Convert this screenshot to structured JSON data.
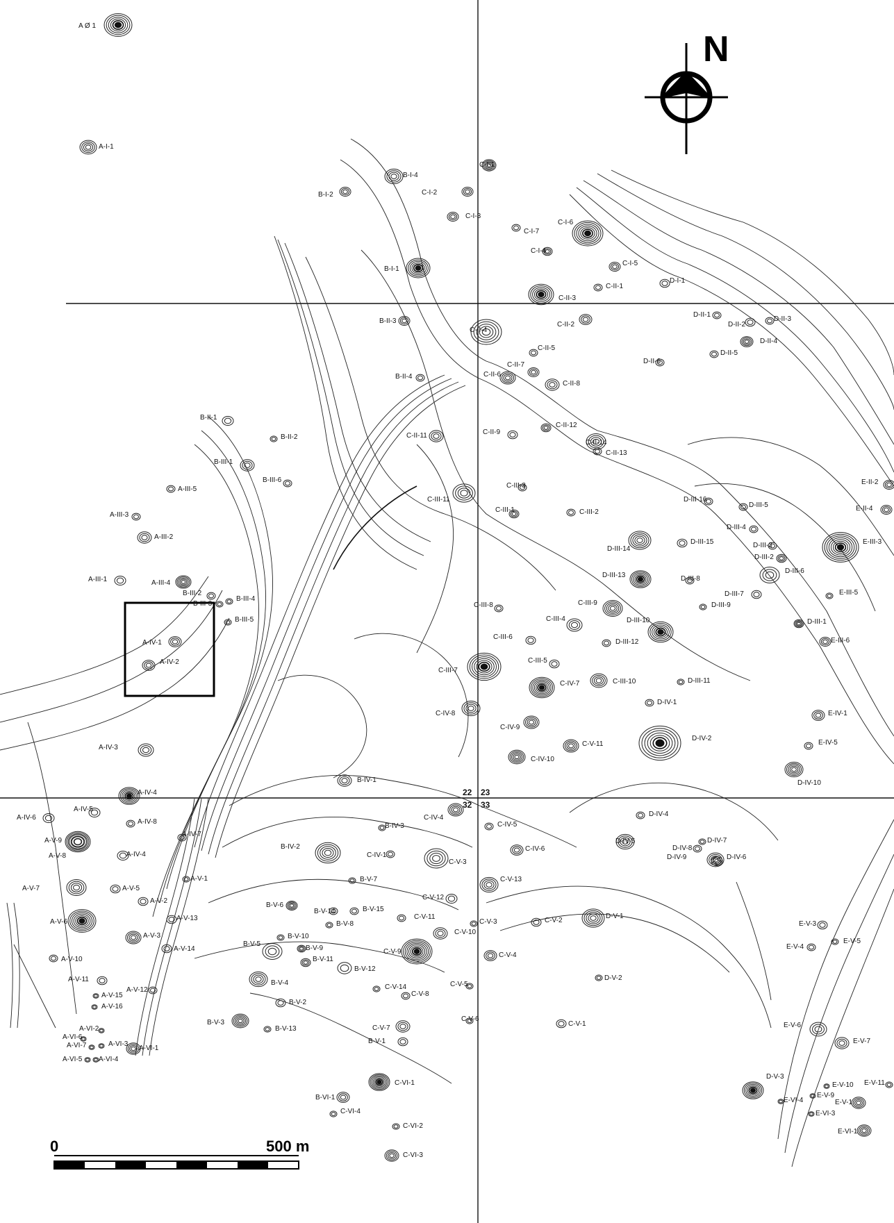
{
  "north_label": "N",
  "scale": {
    "start_label": "0",
    "end_label": "500 m"
  },
  "grid_labels": [
    "22",
    "23",
    "32",
    "33"
  ],
  "sites": [
    {
      "id": "A-Ø-1",
      "label": "A Ø 1"
    },
    {
      "id": "A-I-1",
      "label": "A-I-1"
    },
    {
      "id": "B-I-2",
      "label": "B-I-2"
    },
    {
      "id": "B-I-4",
      "label": "B-I-4"
    },
    {
      "id": "B-I-1",
      "label": "B-I-1"
    },
    {
      "id": "C-I-1",
      "label": "C-I-1"
    },
    {
      "id": "C-I-2",
      "label": "C-I-2"
    },
    {
      "id": "C-I-3",
      "label": "C-I-3"
    },
    {
      "id": "C-I-7",
      "label": "C-I-7"
    },
    {
      "id": "C-I-6",
      "label": "C-I-6"
    },
    {
      "id": "C-I-4",
      "label": "C-I-4"
    },
    {
      "id": "C-I-5",
      "label": "C-I-5"
    },
    {
      "id": "C-II-1",
      "label": "C-II-1"
    },
    {
      "id": "D-I-1",
      "label": "D-I-1"
    },
    {
      "id": "C-II-3",
      "label": "C-II-3"
    },
    {
      "id": "B-II-3",
      "label": "B-II-3"
    },
    {
      "id": "C-II-4",
      "label": "C-II-4"
    },
    {
      "id": "C-II-2",
      "label": "C-II-2"
    },
    {
      "id": "D-II-1",
      "label": "D-II-1"
    },
    {
      "id": "D-II-2",
      "label": "D-II-2"
    },
    {
      "id": "D-II-3",
      "label": "D-II-3"
    },
    {
      "id": "D-II-4",
      "label": "D-II-4"
    },
    {
      "id": "D-II-5",
      "label": "D-II-5"
    },
    {
      "id": "D-II-6",
      "label": "D-II-6"
    },
    {
      "id": "C-II-5",
      "label": "C-II-5"
    },
    {
      "id": "C-II-7",
      "label": "C-II-7"
    },
    {
      "id": "C-II-6",
      "label": "C-II-6"
    },
    {
      "id": "B-II-4",
      "label": "B-II-4"
    },
    {
      "id": "C-II-8",
      "label": "C-II-8"
    },
    {
      "id": "B-II-1",
      "label": "B-II-1"
    },
    {
      "id": "B-II-2",
      "label": "B-II-2"
    },
    {
      "id": "C-II-12",
      "label": "C-II-12"
    },
    {
      "id": "C-II-9",
      "label": "C-II-9"
    },
    {
      "id": "C-II-11",
      "label": "C-II-11"
    },
    {
      "id": "C-II-14",
      "label": "C-II-14"
    },
    {
      "id": "C-II-13",
      "label": "C-II-13"
    },
    {
      "id": "B-III-1",
      "label": "B-III-1"
    },
    {
      "id": "B-III-6",
      "label": "B-III-6"
    },
    {
      "id": "A-III-5",
      "label": "A-III-5"
    },
    {
      "id": "C-III-3",
      "label": "C-III-3"
    },
    {
      "id": "C-III-11",
      "label": "C-III-11"
    },
    {
      "id": "C-III-1",
      "label": "C-III-1"
    },
    {
      "id": "C-III-2",
      "label": "C-III-2"
    },
    {
      "id": "D-III-16",
      "label": "D-III-16"
    },
    {
      "id": "D-III-5",
      "label": "D-III-5"
    },
    {
      "id": "E-II-2",
      "label": "E-II-2"
    },
    {
      "id": "E-II-4",
      "label": "E-II-4"
    },
    {
      "id": "A-III-3",
      "label": "A-III-3"
    },
    {
      "id": "A-III-2",
      "label": "A-III-2"
    },
    {
      "id": "D-III-4",
      "label": "D-III-4"
    },
    {
      "id": "D-III-15",
      "label": "D-III-15"
    },
    {
      "id": "D-III-14",
      "label": "D-III-14"
    },
    {
      "id": "D-III-3",
      "label": "D-III-3"
    },
    {
      "id": "E-III-3",
      "label": "E-III-3"
    },
    {
      "id": "D-III-2",
      "label": "D-III-2"
    },
    {
      "id": "D-III-6",
      "label": "D-III-6"
    },
    {
      "id": "A-III-1",
      "label": "A-III-1"
    },
    {
      "id": "A-III-4",
      "label": "A-III-4"
    },
    {
      "id": "D-III-13",
      "label": "D-III-13"
    },
    {
      "id": "D-III-8",
      "label": "D-III-8"
    },
    {
      "id": "D-III-7",
      "label": "D-III-7"
    },
    {
      "id": "E-III-5",
      "label": "E-III-5"
    },
    {
      "id": "B-III-2",
      "label": "B-III-2"
    },
    {
      "id": "B-III-3",
      "label": "B-III-3"
    },
    {
      "id": "B-III-4",
      "label": "B-III-4"
    },
    {
      "id": "B-III-5",
      "label": "B-III-5"
    },
    {
      "id": "C-III-8",
      "label": "C-III-8"
    },
    {
      "id": "C-III-9",
      "label": "C-III-9"
    },
    {
      "id": "D-III-9",
      "label": "D-III-9"
    },
    {
      "id": "D-III-10",
      "label": "D-III-10"
    },
    {
      "id": "D-III-1",
      "label": "D-III-1"
    },
    {
      "id": "C-III-4",
      "label": "C-III-4"
    },
    {
      "id": "D-III-12",
      "label": "D-III-12"
    },
    {
      "id": "E-III-6",
      "label": "E-III-6"
    },
    {
      "id": "A-IV-1",
      "label": "A-IV-1"
    },
    {
      "id": "C-III-6",
      "label": "C-III-6"
    },
    {
      "id": "A-IV-2",
      "label": "A-IV-2"
    },
    {
      "id": "C-III-5",
      "label": "C-III-5"
    },
    {
      "id": "C-III-7",
      "label": "C-III-7"
    },
    {
      "id": "C-IV-7",
      "label": "C-IV-7"
    },
    {
      "id": "C-III-10",
      "label": "C-III-10"
    },
    {
      "id": "D-III-11",
      "label": "D-III-11"
    },
    {
      "id": "D-IV-1",
      "label": "D-IV-1"
    },
    {
      "id": "C-IV-8",
      "label": "C-IV-8"
    },
    {
      "id": "E-IV-1",
      "label": "E-IV-1"
    },
    {
      "id": "C-IV-9",
      "label": "C-IV-9"
    },
    {
      "id": "C-V-11",
      "label": "C-V-11"
    },
    {
      "id": "D-IV-2",
      "label": "D-IV-2"
    },
    {
      "id": "A-IV-3",
      "label": "A-IV-3"
    },
    {
      "id": "C-IV-10",
      "label": "C-IV-10"
    },
    {
      "id": "E-IV-5",
      "label": "E-IV-5"
    },
    {
      "id": "D-IV-10",
      "label": "D-IV-10"
    },
    {
      "id": "B-IV-1",
      "label": "B-IV-1"
    },
    {
      "id": "A-IV-4",
      "label": "A-IV-4"
    },
    {
      "id": "A-IV-6",
      "label": "A-IV-6"
    },
    {
      "id": "A-IV-5",
      "label": "A-IV-5"
    },
    {
      "id": "A-IV-8",
      "label": "A-IV-8"
    },
    {
      "id": "C-IV-4",
      "label": "C-IV-4"
    },
    {
      "id": "B-IV-3",
      "label": "B-IV-3"
    },
    {
      "id": "C-IV-5",
      "label": "C-IV-5"
    },
    {
      "id": "D-IV-4",
      "label": "D-IV-4"
    },
    {
      "id": "A-V-9",
      "label": "A-V-9"
    },
    {
      "id": "A-IV-7",
      "label": "A-IV-7"
    },
    {
      "id": "A-V-8",
      "label": "A-V-8"
    },
    {
      "id": "A-IV-4b",
      "label": "A-IV-4"
    },
    {
      "id": "B-IV-2",
      "label": "B-IV-2"
    },
    {
      "id": "C-IV-1",
      "label": "C-IV-1"
    },
    {
      "id": "C-IV-6",
      "label": "C-IV-6"
    },
    {
      "id": "D-IV-5",
      "label": "D-IV-5"
    },
    {
      "id": "D-IV-8",
      "label": "D-IV-8"
    },
    {
      "id": "D-IV-7",
      "label": "D-IV-7"
    },
    {
      "id": "D-IV-9",
      "label": "D-IV-9"
    },
    {
      "id": "D-IV-6",
      "label": "D-IV-6"
    },
    {
      "id": "C-V-3",
      "label": "C-V-3"
    },
    {
      "id": "B-V-7",
      "label": "B-V-7"
    },
    {
      "id": "C-V-13",
      "label": "C-V-13"
    },
    {
      "id": "A-V-7",
      "label": "A-V-7"
    },
    {
      "id": "A-V-1",
      "label": "A-V-1"
    },
    {
      "id": "A-V-5",
      "label": "A-V-5"
    },
    {
      "id": "A-V-2",
      "label": "A-V-2"
    },
    {
      "id": "C-V-12",
      "label": "C-V-12"
    },
    {
      "id": "B-V-6",
      "label": "B-V-6"
    },
    {
      "id": "B-V-14",
      "label": "B-V-14"
    },
    {
      "id": "B-V-15",
      "label": "B-V-15"
    },
    {
      "id": "A-V-13",
      "label": "A-V-13"
    },
    {
      "id": "A-V-6",
      "label": "A-V-6"
    },
    {
      "id": "C-V-11b",
      "label": "C-V-11"
    },
    {
      "id": "D-V-1",
      "label": "D-V-1"
    },
    {
      "id": "B-V-8",
      "label": "B-V-8"
    },
    {
      "id": "C-V-2",
      "label": "C-V-2"
    },
    {
      "id": "C-V-3b",
      "label": "C-V-3"
    },
    {
      "id": "E-V-3",
      "label": "E-V-3"
    },
    {
      "id": "C-V-10",
      "label": "C-V-10"
    },
    {
      "id": "A-V-3",
      "label": "A-V-3"
    },
    {
      "id": "B-V-10",
      "label": "B-V-10"
    },
    {
      "id": "B-V-5",
      "label": "B-V-5"
    },
    {
      "id": "A-V-14",
      "label": "A-V-14"
    },
    {
      "id": "B-V-9",
      "label": "B-V-9"
    },
    {
      "id": "E-V-4",
      "label": "E-V-4"
    },
    {
      "id": "E-V-5",
      "label": "E-V-5"
    },
    {
      "id": "C-V-9",
      "label": "C-V-9"
    },
    {
      "id": "B-V-11",
      "label": "B-V-11"
    },
    {
      "id": "C-V-4",
      "label": "C-V-4"
    },
    {
      "id": "A-V-10",
      "label": "A-V-10"
    },
    {
      "id": "B-V-12",
      "label": "B-V-12"
    },
    {
      "id": "D-V-2",
      "label": "D-V-2"
    },
    {
      "id": "A-V-11",
      "label": "A-V-11"
    },
    {
      "id": "B-V-4",
      "label": "B-V-4"
    },
    {
      "id": "C-V-14",
      "label": "C-V-14"
    },
    {
      "id": "C-V-5",
      "label": "C-V-5"
    },
    {
      "id": "A-V-12",
      "label": "A-V-12"
    },
    {
      "id": "C-V-8",
      "label": "C-V-8"
    },
    {
      "id": "A-V-15",
      "label": "A-V-15"
    },
    {
      "id": "A-V-16",
      "label": "A-V-16"
    },
    {
      "id": "B-V-2",
      "label": "B-V-2"
    },
    {
      "id": "B-V-3",
      "label": "B-V-3"
    },
    {
      "id": "C-V-6",
      "label": "C-V-6"
    },
    {
      "id": "C-V-1",
      "label": "C-V-1"
    },
    {
      "id": "B-V-13",
      "label": "B-V-13"
    },
    {
      "id": "A-VI-2",
      "label": "A-VI-2"
    },
    {
      "id": "C-V-7",
      "label": "C-V-7"
    },
    {
      "id": "E-V-6",
      "label": "E-V-6"
    },
    {
      "id": "A-VI-6",
      "label": "A-VI-6"
    },
    {
      "id": "B-V-1",
      "label": "B-V-1"
    },
    {
      "id": "E-V-7",
      "label": "E-V-7"
    },
    {
      "id": "A-VI-7",
      "label": "A-VI-7"
    },
    {
      "id": "A-VI-3",
      "label": "A-VI-3"
    },
    {
      "id": "A-VI-1",
      "label": "A-VI-1"
    },
    {
      "id": "A-VI-5",
      "label": "A-VI-5"
    },
    {
      "id": "A-VI-4",
      "label": "A-VI-4"
    },
    {
      "id": "C-VI-1",
      "label": "C-VI-1"
    },
    {
      "id": "D-V-3",
      "label": "D-V-3"
    },
    {
      "id": "E-V-11",
      "label": "E-V-11"
    },
    {
      "id": "E-V-10",
      "label": "E-V-10"
    },
    {
      "id": "B-VI-1",
      "label": "B-VI-1"
    },
    {
      "id": "E-VI-4",
      "label": "E-VI-4"
    },
    {
      "id": "E-V-9",
      "label": "E-V-9"
    },
    {
      "id": "E-VI-1b",
      "label": "E-V-1"
    },
    {
      "id": "C-VI-4",
      "label": "C-VI-4"
    },
    {
      "id": "E-VI-3",
      "label": "E-VI-3"
    },
    {
      "id": "C-VI-2",
      "label": "C-VI-2"
    },
    {
      "id": "E-VI-1",
      "label": "E-VI-1"
    },
    {
      "id": "C-VI-3",
      "label": "C-VI-3"
    }
  ]
}
